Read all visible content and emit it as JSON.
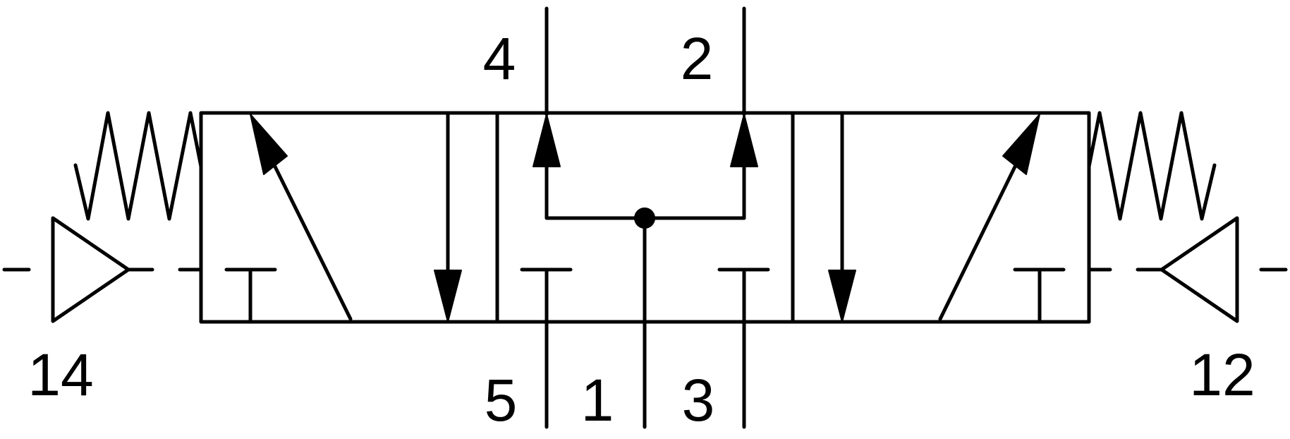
{
  "diagram": {
    "ports": {
      "p4": "4",
      "p2": "2",
      "p5": "5",
      "p1": "1",
      "p3": "3",
      "p14": "14",
      "p12": "12"
    }
  }
}
